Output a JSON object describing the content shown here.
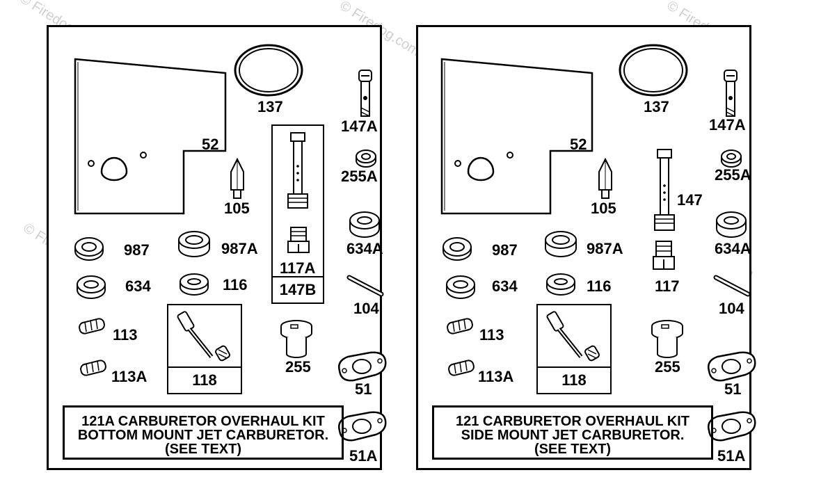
{
  "watermark": "© Firedog.com",
  "panels": [
    {
      "labels": {
        "p137": "137",
        "p147A": "147A",
        "p52": "52",
        "p105": "105",
        "p255A": "255A",
        "p987": "987",
        "p987A": "987A",
        "p634A": "634A",
        "p117A": "117A",
        "p147B": "147B",
        "p634": "634",
        "p116": "116",
        "p104": "104",
        "p113": "113",
        "p113A": "113A",
        "p118": "118",
        "p255": "255",
        "p51": "51",
        "p51A": "51A"
      },
      "caption": {
        "line1": "121A CARBURETOR OVERHAUL KIT",
        "line2": "BOTTOM MOUNT JET CARBURETOR.",
        "line3": "(SEE TEXT)"
      }
    },
    {
      "labels": {
        "p137": "137",
        "p147A": "147A",
        "p52": "52",
        "p105": "105",
        "p255A": "255A",
        "p147": "147",
        "p987": "987",
        "p987A": "987A",
        "p634A": "634A",
        "p117": "117",
        "p634": "634",
        "p116": "116",
        "p104": "104",
        "p113": "113",
        "p113A": "113A",
        "p118": "118",
        "p255": "255",
        "p51": "51",
        "p51A": "51A"
      },
      "caption": {
        "line1": "121 CARBURETOR OVERHAUL KIT",
        "line2": "SIDE MOUNT JET CARBURETOR.",
        "line3": "(SEE TEXT)"
      }
    }
  ]
}
